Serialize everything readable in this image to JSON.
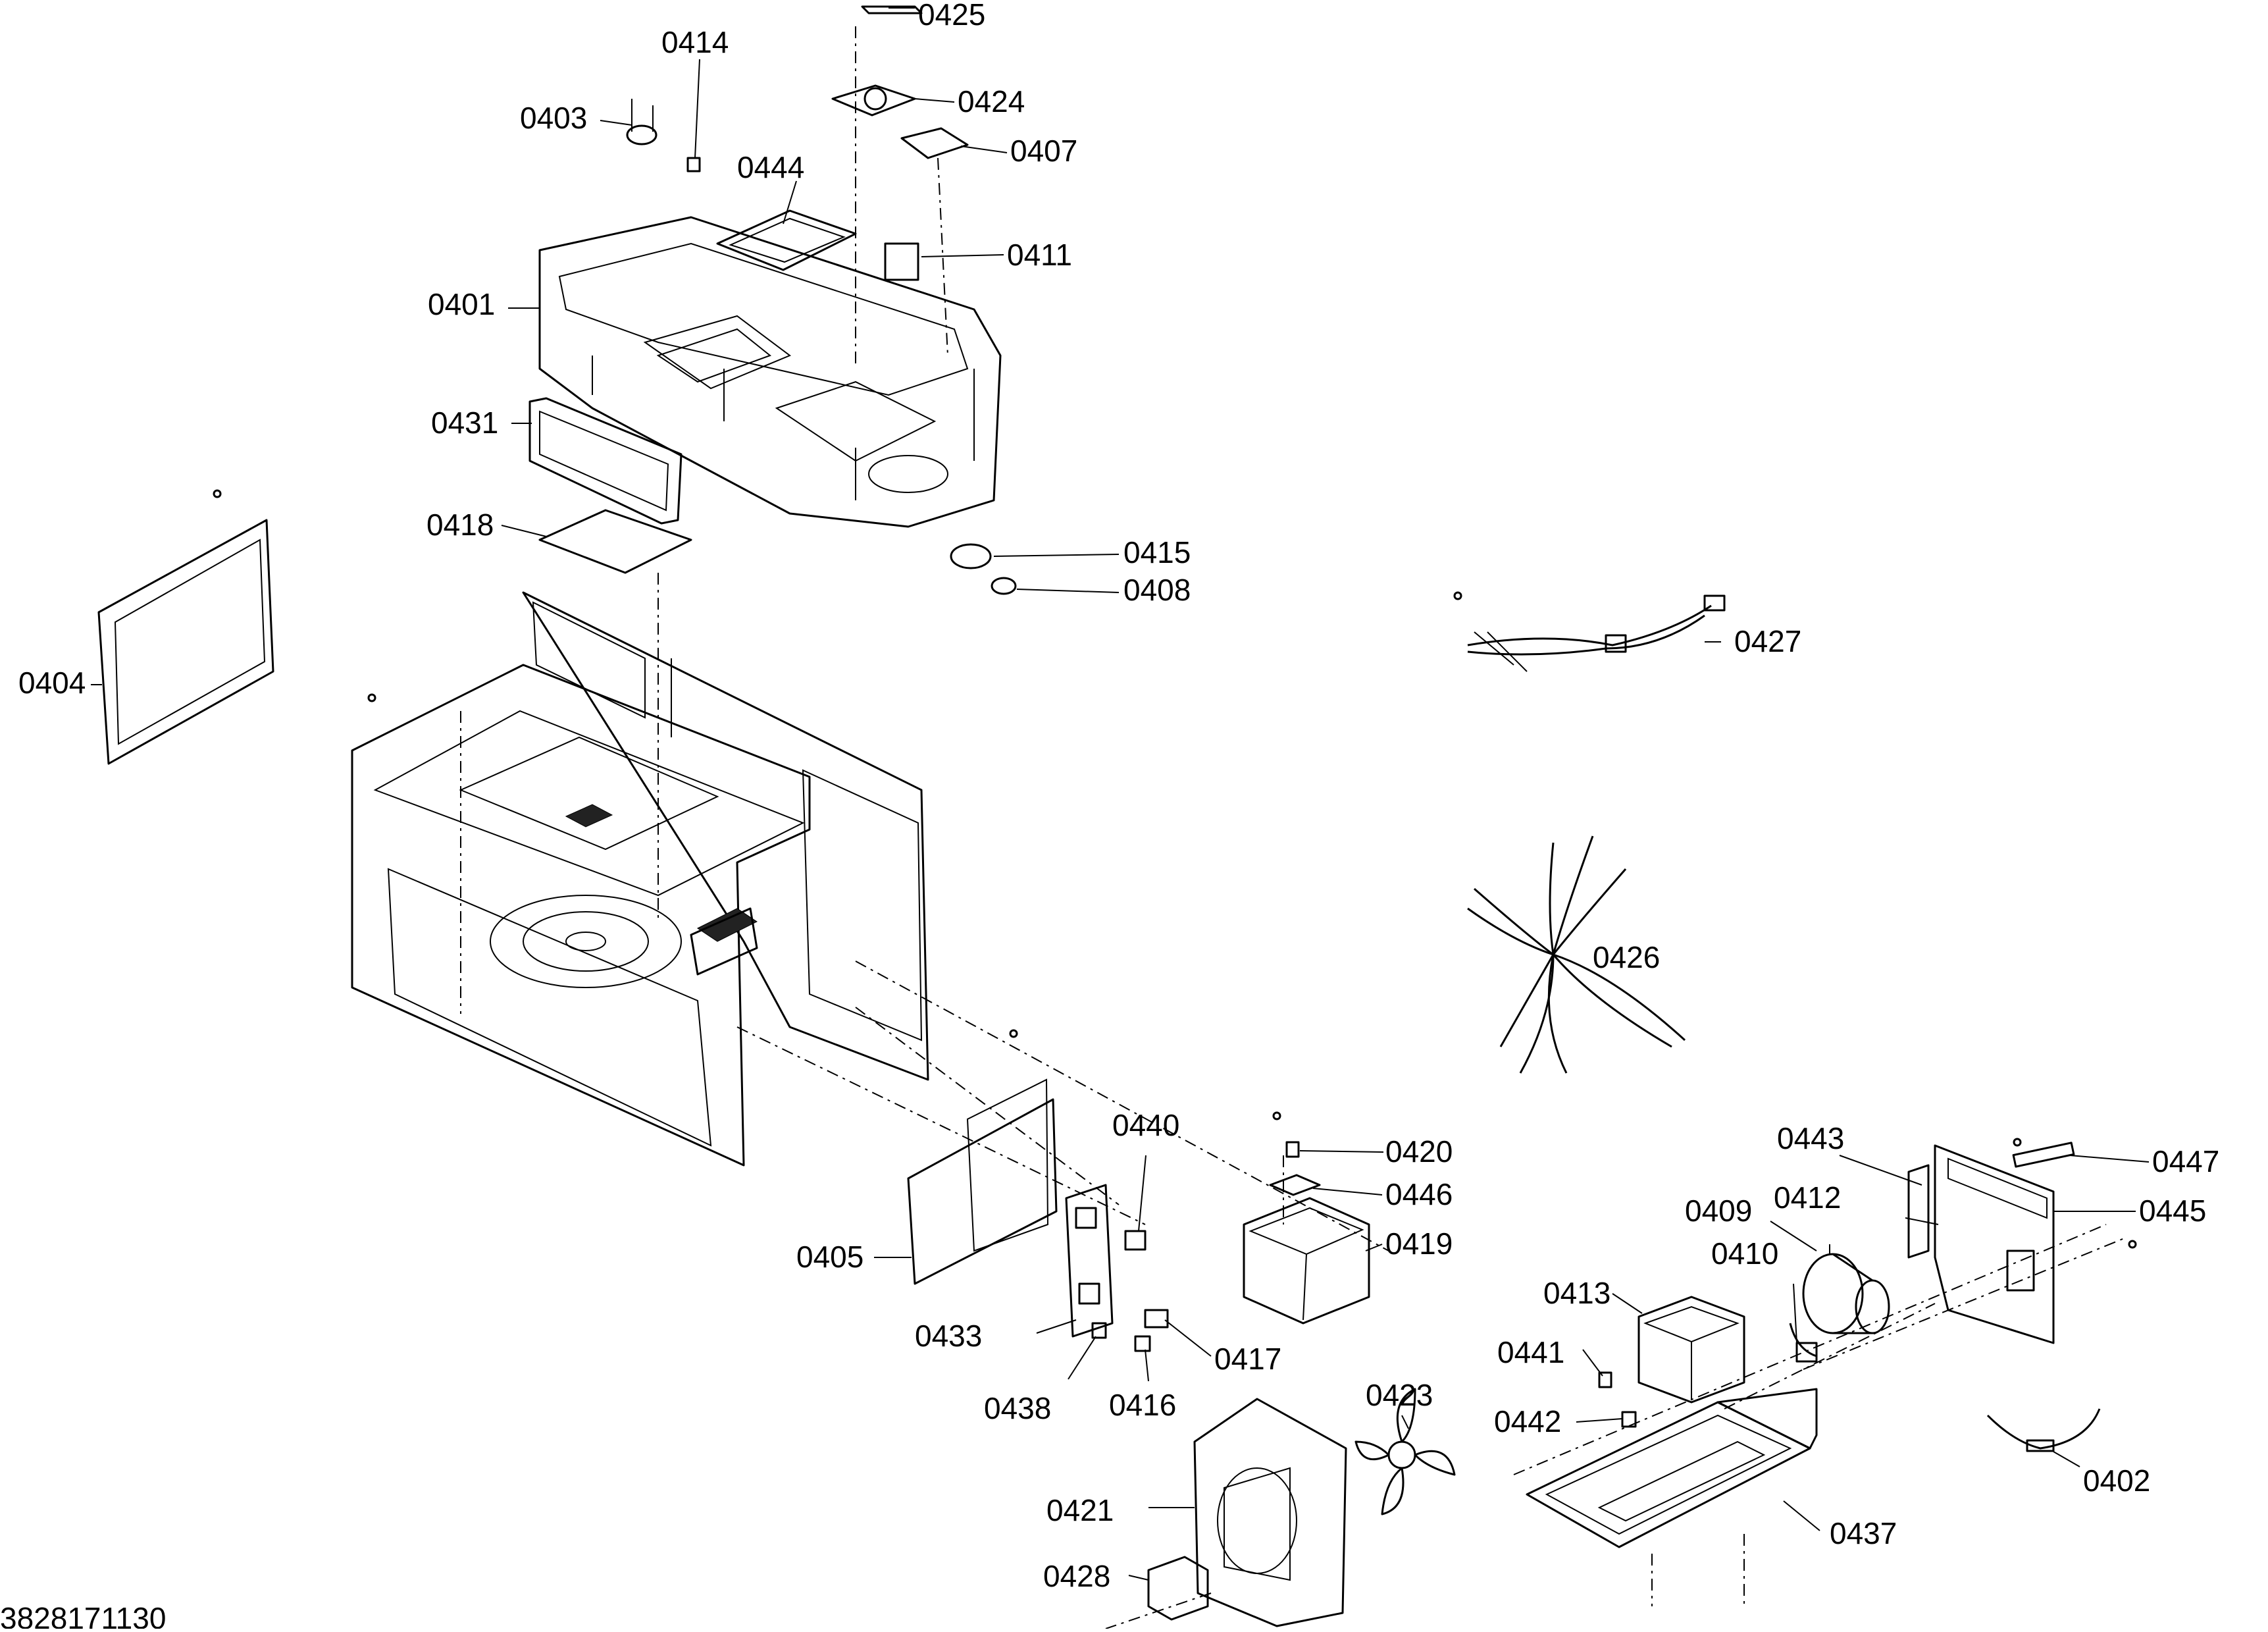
{
  "diagram": {
    "drawing_number": "3828171130",
    "callouts": [
      {
        "id": "0401",
        "label": "0401"
      },
      {
        "id": "0402",
        "label": "0402"
      },
      {
        "id": "0403",
        "label": "0403"
      },
      {
        "id": "0404",
        "label": "0404"
      },
      {
        "id": "0405",
        "label": "0405"
      },
      {
        "id": "0407",
        "label": "0407"
      },
      {
        "id": "0408",
        "label": "0408"
      },
      {
        "id": "0409",
        "label": "0409"
      },
      {
        "id": "0410",
        "label": "0410"
      },
      {
        "id": "0411",
        "label": "0411"
      },
      {
        "id": "0412",
        "label": "0412"
      },
      {
        "id": "0413",
        "label": "0413"
      },
      {
        "id": "0414",
        "label": "0414"
      },
      {
        "id": "0415",
        "label": "0415"
      },
      {
        "id": "0416",
        "label": "0416"
      },
      {
        "id": "0417",
        "label": "0417"
      },
      {
        "id": "0418",
        "label": "0418"
      },
      {
        "id": "0419",
        "label": "0419"
      },
      {
        "id": "0420",
        "label": "0420"
      },
      {
        "id": "0421",
        "label": "0421"
      },
      {
        "id": "0423",
        "label": "0423"
      },
      {
        "id": "0424",
        "label": "0424"
      },
      {
        "id": "0425",
        "label": "0425"
      },
      {
        "id": "0426",
        "label": "0426"
      },
      {
        "id": "0427",
        "label": "0427"
      },
      {
        "id": "0428",
        "label": "0428"
      },
      {
        "id": "0431",
        "label": "0431"
      },
      {
        "id": "0433",
        "label": "0433"
      },
      {
        "id": "0437",
        "label": "0437"
      },
      {
        "id": "0438",
        "label": "0438"
      },
      {
        "id": "0440",
        "label": "0440"
      },
      {
        "id": "0441",
        "label": "0441"
      },
      {
        "id": "0442",
        "label": "0442"
      },
      {
        "id": "0443",
        "label": "0443"
      },
      {
        "id": "0444",
        "label": "0444"
      },
      {
        "id": "0445",
        "label": "0445"
      },
      {
        "id": "0446",
        "label": "0446"
      },
      {
        "id": "0447",
        "label": "0447"
      }
    ]
  }
}
